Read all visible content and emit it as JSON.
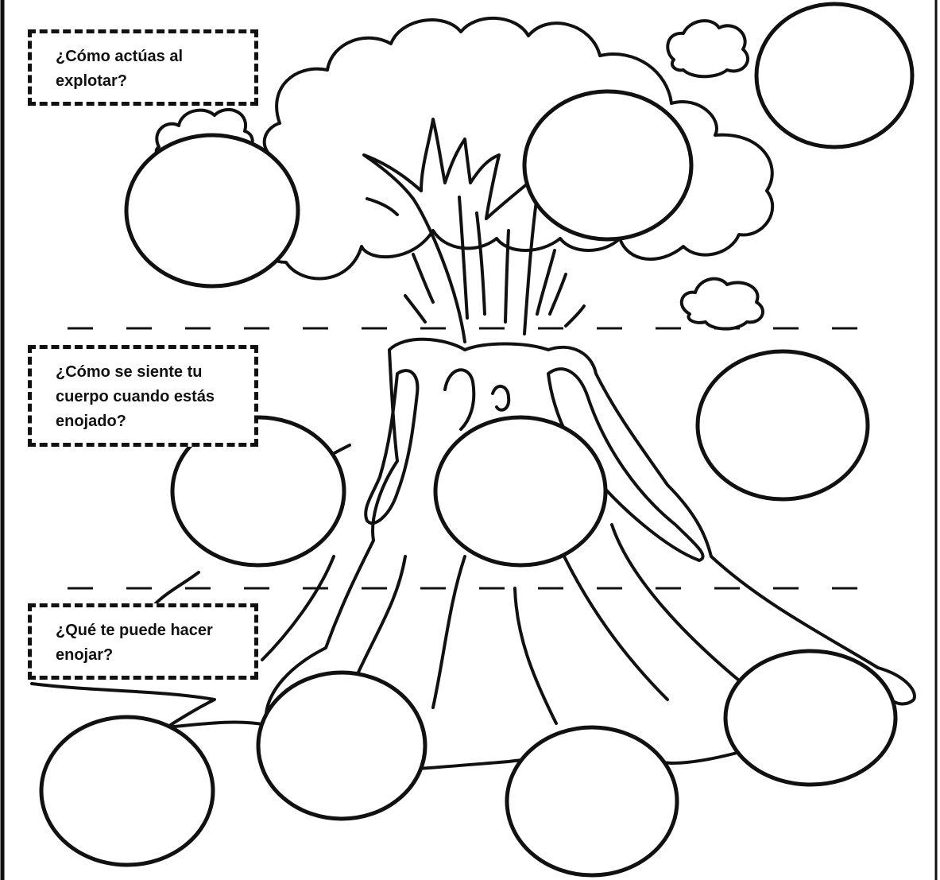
{
  "worksheet": {
    "questions": [
      {
        "text": "¿Cómo actúas al explotar?"
      },
      {
        "text": "¿Cómo se siente tu cuerpo cuando estás enojado?"
      },
      {
        "text": "¿Qué te puede hacer enojar?"
      }
    ],
    "answer_circles": {
      "explosion_section": 3,
      "body_section": 3,
      "cause_section": 4
    },
    "colors": {
      "ink": "#111111",
      "paper": "#ffffff"
    }
  }
}
